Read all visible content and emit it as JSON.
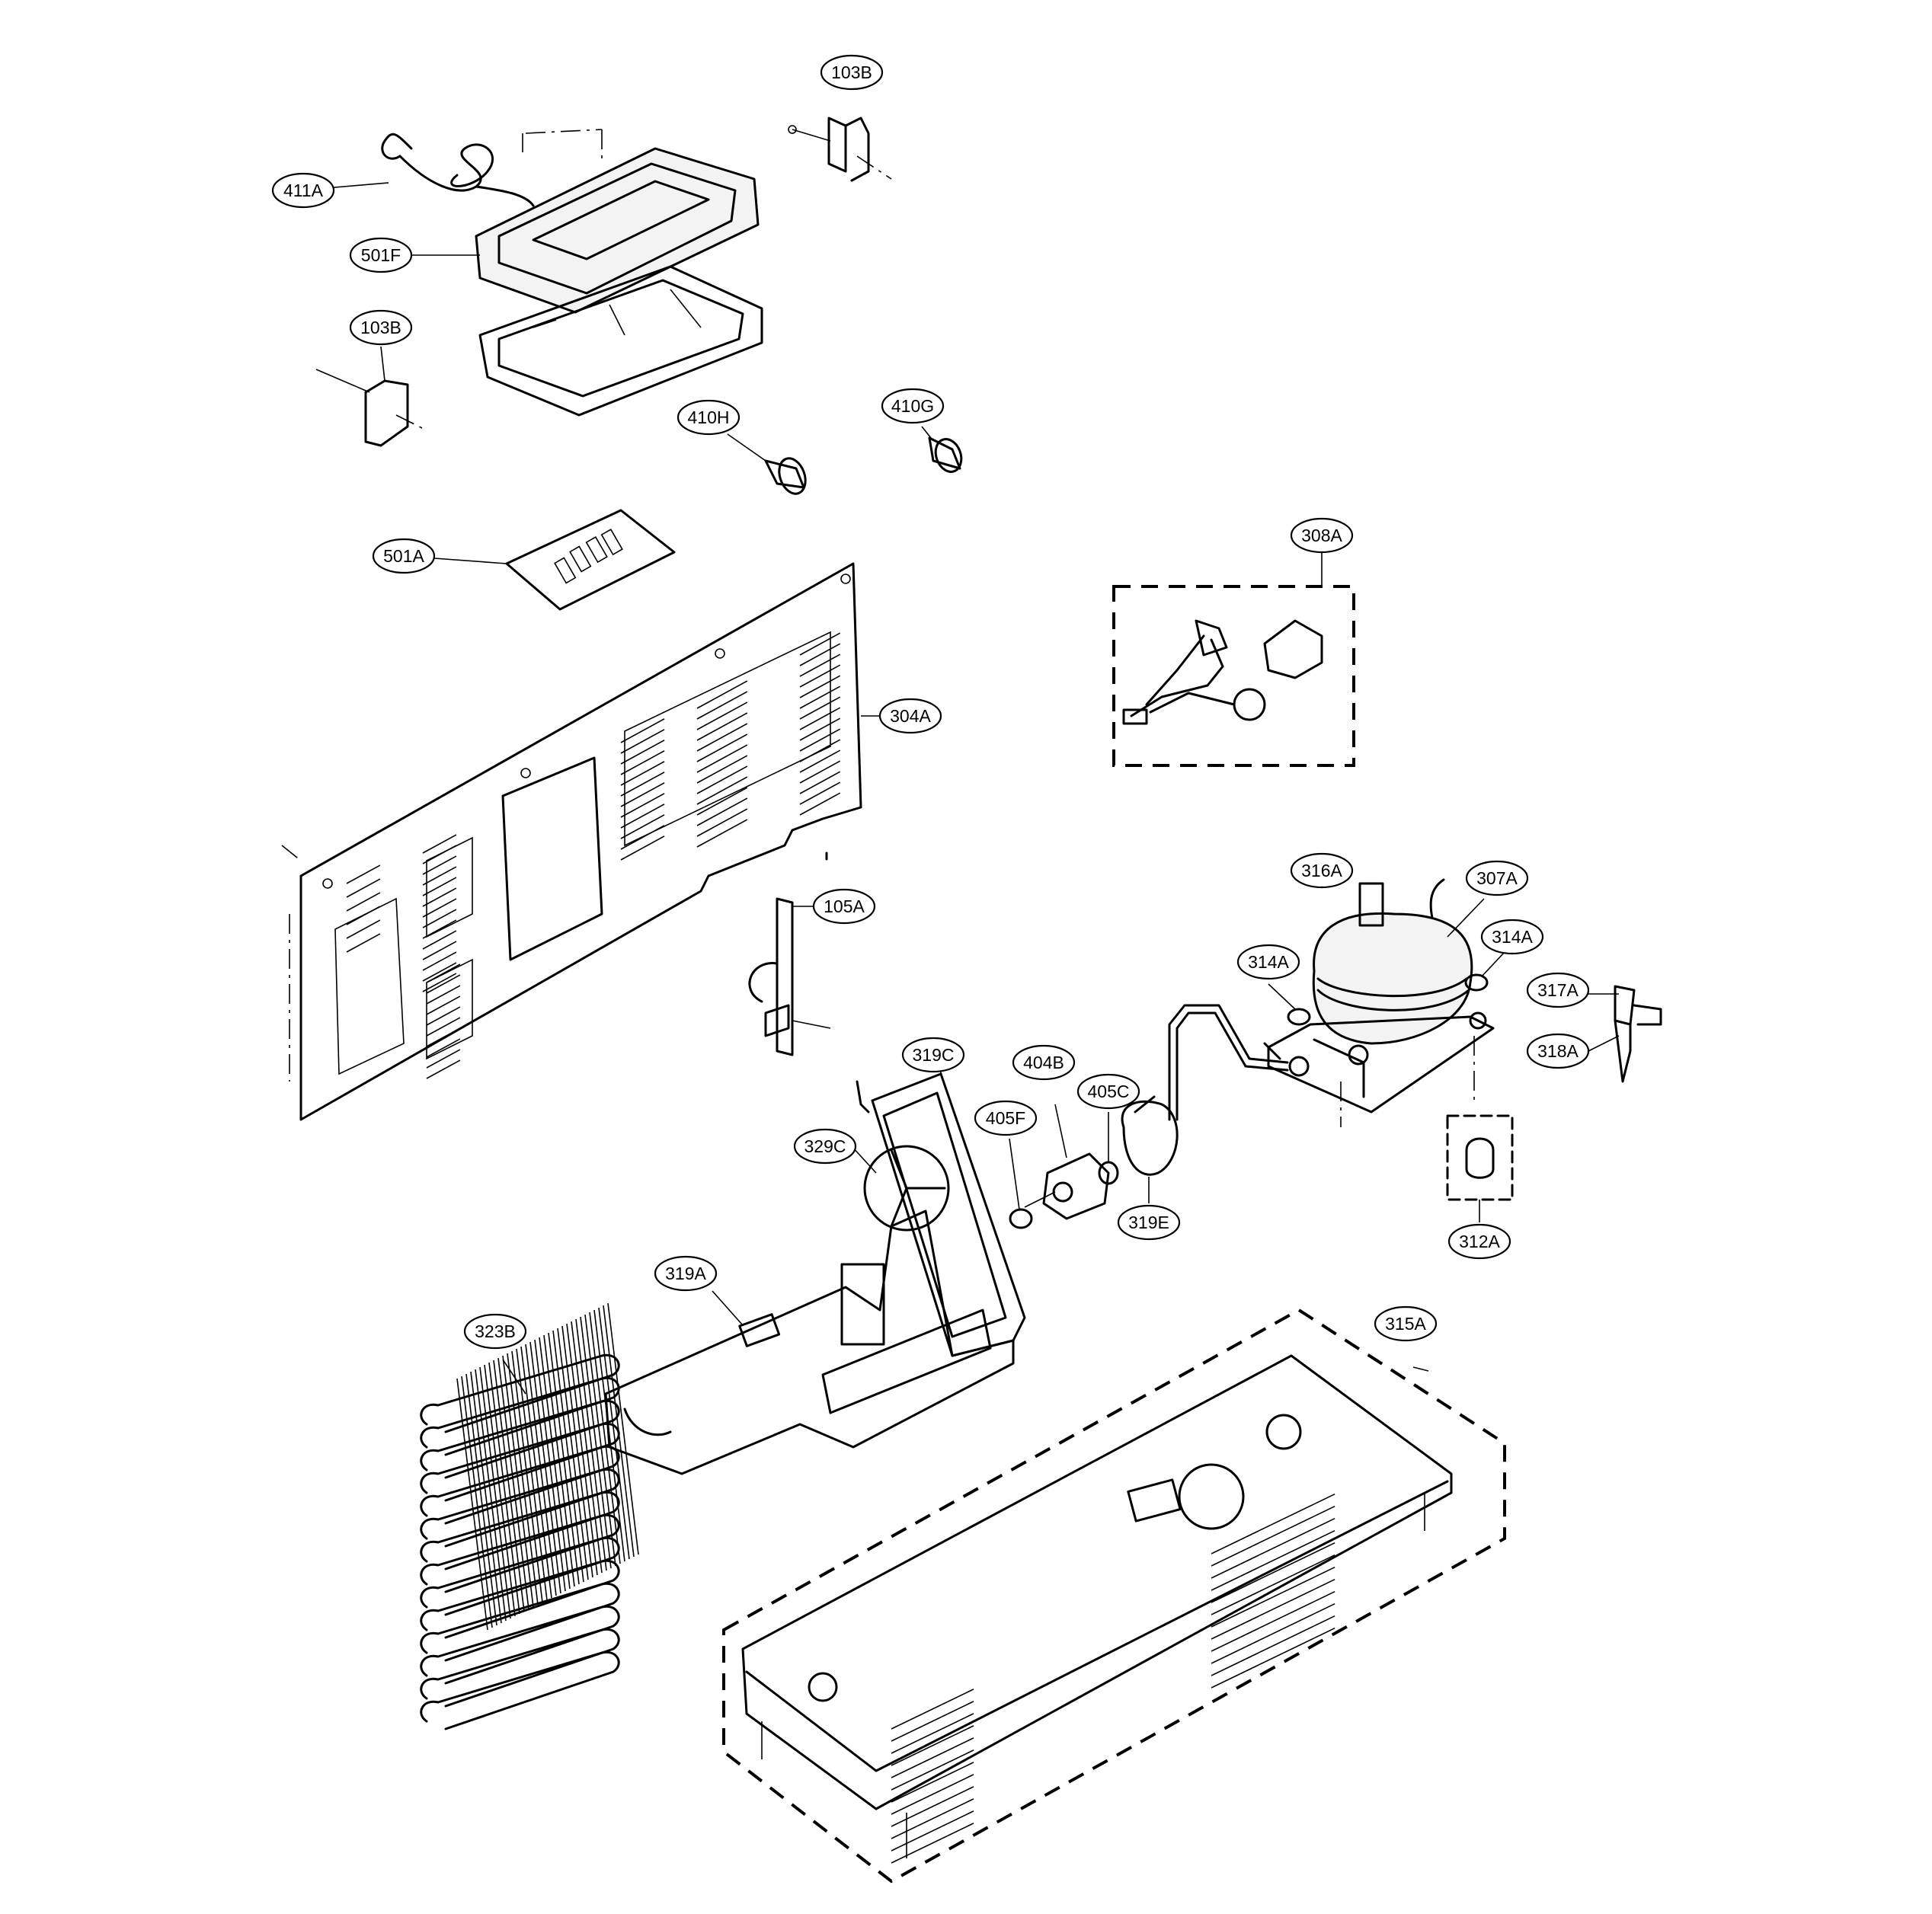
{
  "callouts": {
    "c_103B_top": "103B",
    "c_411A": "411A",
    "c_501F": "501F",
    "c_103B_left": "103B",
    "c_410H": "410H",
    "c_410G": "410G",
    "c_501A": "501A",
    "c_308A": "308A",
    "c_304A": "304A",
    "c_316A": "316A",
    "c_307A": "307A",
    "c_105A": "105A",
    "c_314A_left": "314A",
    "c_314A_right": "314A",
    "c_317A": "317A",
    "c_318A": "318A",
    "c_319C": "319C",
    "c_404B": "404B",
    "c_405C": "405C",
    "c_405F": "405F",
    "c_329C": "329C",
    "c_319E": "319E",
    "c_312A": "312A",
    "c_319A": "319A",
    "c_323B": "323B",
    "c_315A": "315A"
  }
}
